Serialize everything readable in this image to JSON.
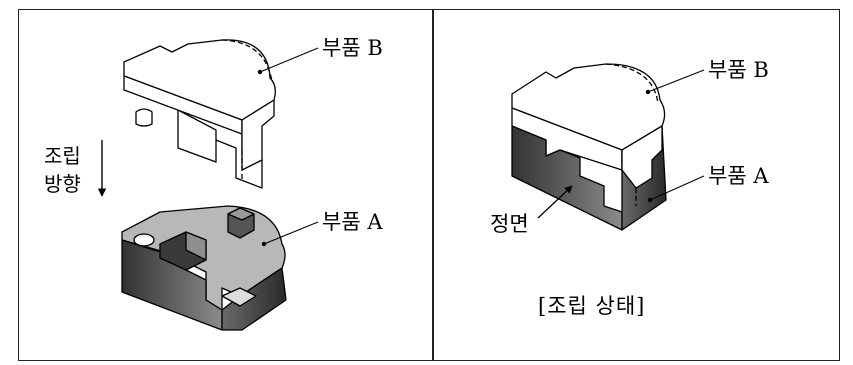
{
  "labels": {
    "part_b": "부품 B",
    "part_a": "부품 A",
    "assembly_dir_line1": "조립",
    "assembly_dir_line2": "방향",
    "front": "정면",
    "caption": "[조립 상태]"
  },
  "colors": {
    "outline": "#000000",
    "part_a_top": "#b8b8b8",
    "part_a_dark": "#3a3a3a",
    "part_b_fill": "#ffffff"
  }
}
